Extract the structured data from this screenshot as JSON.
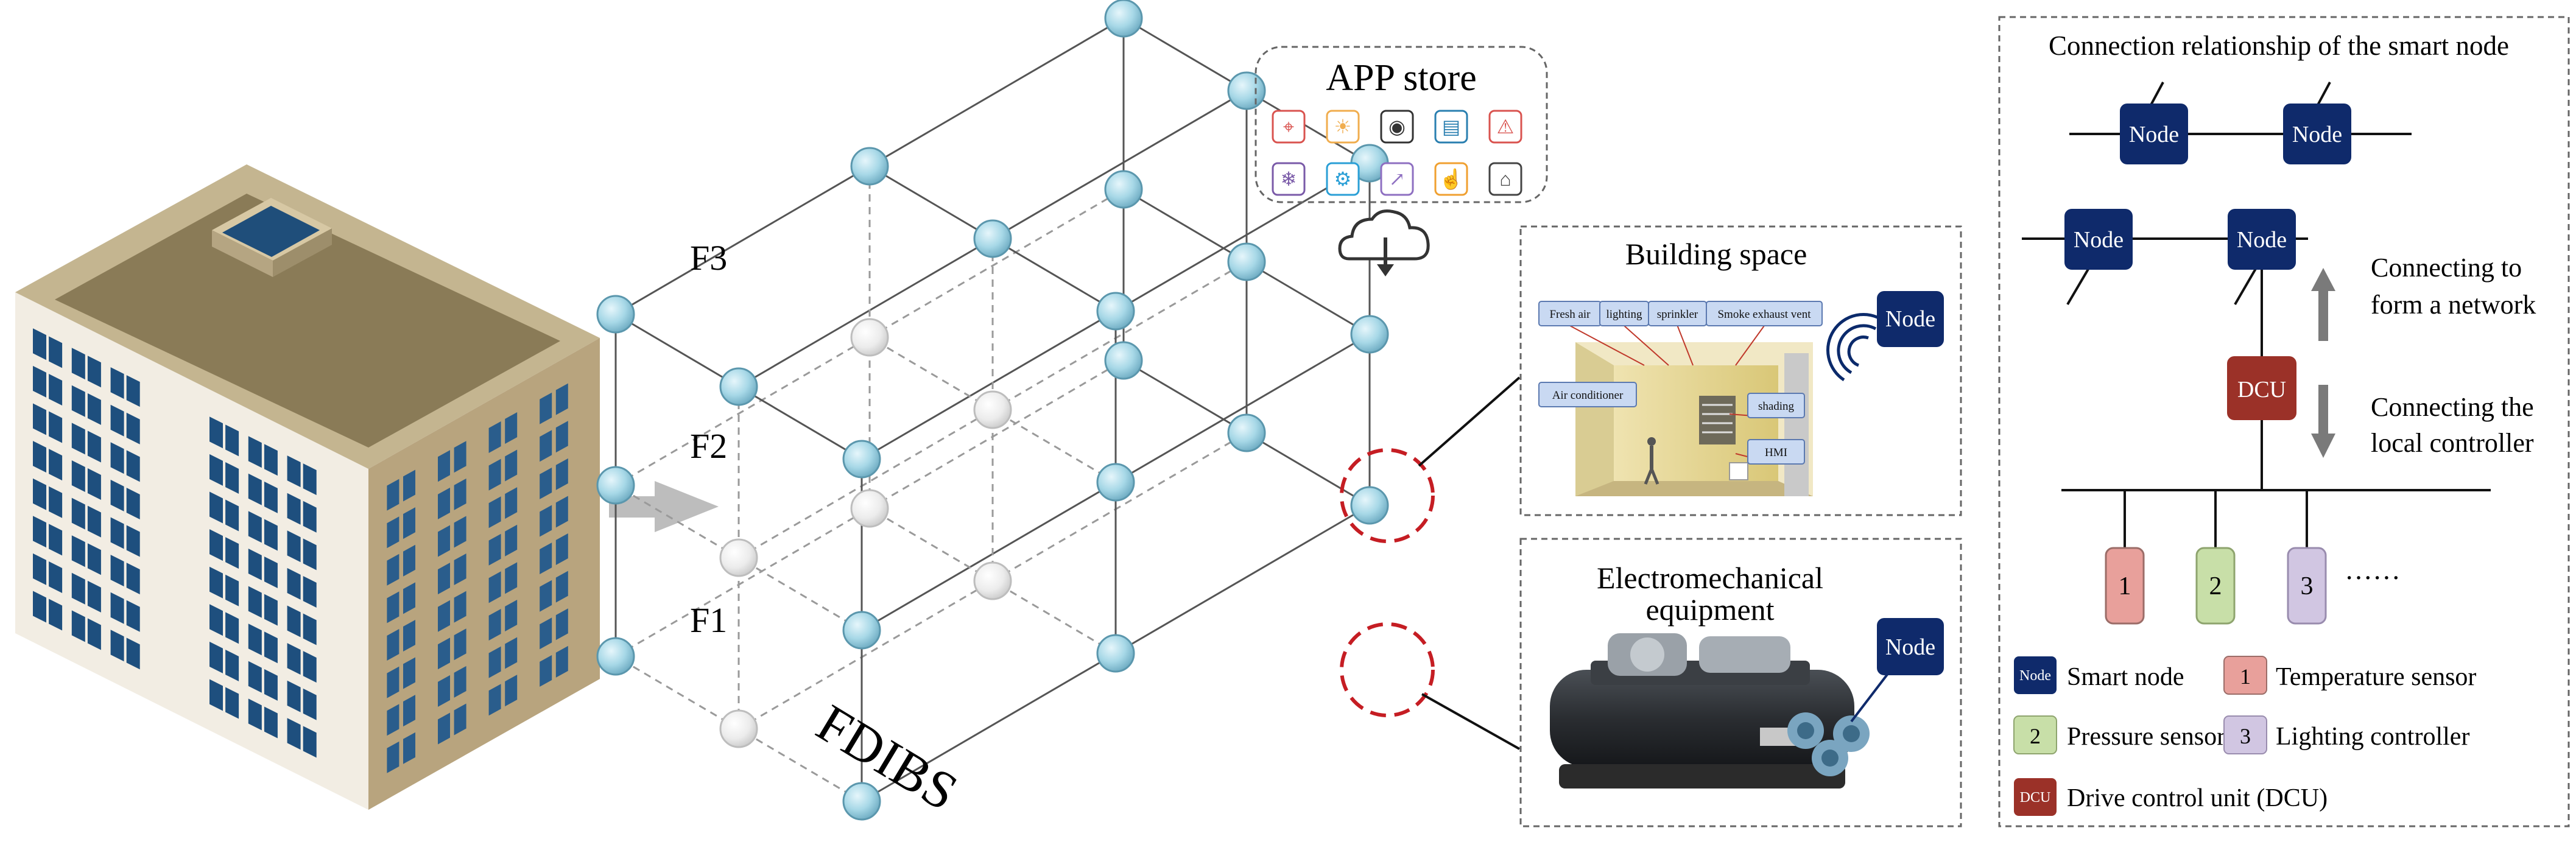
{
  "fdibs": {
    "title": "FDIBS",
    "floor_labels": [
      "F3",
      "F2",
      "F1"
    ]
  },
  "app_store": {
    "title": "APP store",
    "icons": [
      "location-pin-icon",
      "lightbulb-icon",
      "camera-icon",
      "tablet-icon",
      "warning-triangle-icon",
      "fan-icon",
      "air-conditioner-icon",
      "chart-icon",
      "touch-icon",
      "factory-icon"
    ]
  },
  "building_space": {
    "title": "Building space",
    "node_label": "Node",
    "tags": [
      "Fresh air",
      "lighting",
      "sprinkler",
      "Smoke exhaust vent",
      "Air conditioner",
      "shading",
      "HMI"
    ]
  },
  "equipment": {
    "title_line1": "Electromechanical",
    "title_line2": "equipment",
    "node_label": "Node"
  },
  "connection": {
    "title": "Connection relationship of the smart node",
    "node_labels": [
      "Node",
      "Node",
      "Node",
      "Node"
    ],
    "dcu_label": "DCU",
    "up_line1": "Connecting to",
    "up_line2": "form a network",
    "down_line1": "Connecting the",
    "down_line2": "local controller",
    "devices": [
      "1",
      "2",
      "3"
    ],
    "ellipsis": "······",
    "colors": {
      "node": "#0f2a6b",
      "dcu": "#9b3128",
      "temp": "#e8a09b",
      "pressure": "#c8dfa8",
      "lighting": "#d1c6e2"
    }
  },
  "legend": {
    "smart_node_badge": "Node",
    "smart_node": "Smart node",
    "temp_badge": "1",
    "temp": "Temperature sensor",
    "pressure_badge": "2",
    "pressure": "Pressure sensor",
    "lighting_badge": "3",
    "lighting": "Lighting controller",
    "dcu_badge": "DCU",
    "dcu": "Drive control unit (DCU)"
  }
}
